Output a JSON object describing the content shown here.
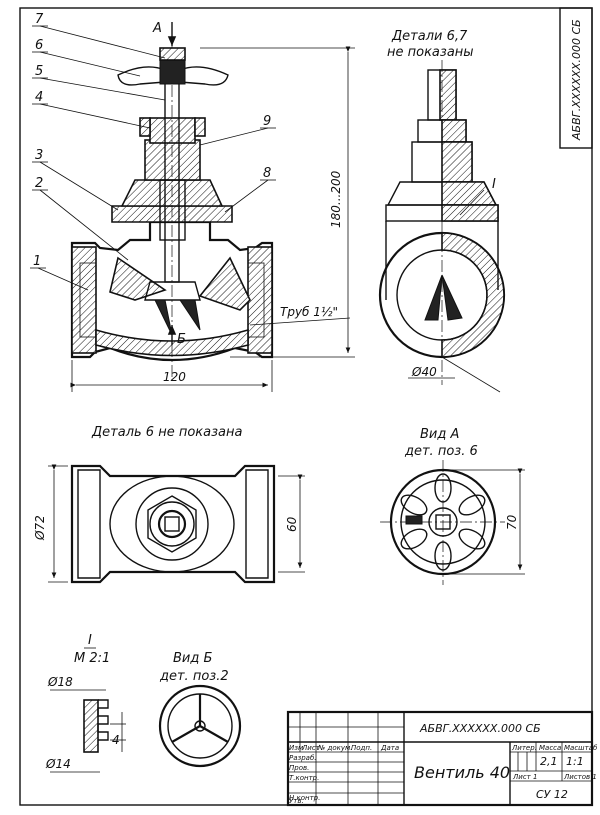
{
  "leaders": [
    "7",
    "6",
    "5",
    "4",
    "3",
    "2",
    "1",
    "9",
    "8"
  ],
  "arrows": {
    "view_a": "А",
    "view_b": "Б"
  },
  "notes": {
    "front_right": [
      "Детали 6,7",
      "не показаны"
    ],
    "top_view": "Деталь 6 не показана",
    "view_a": [
      "Вид  А",
      "дет. поз. 6"
    ],
    "detail": [
      "I",
      "М 2:1"
    ],
    "view_b": [
      "Вид  Б",
      "дет. поз.2"
    ],
    "section_mark": "I"
  },
  "dimensions": {
    "height": "180...200",
    "thread": "Труб 1½\"",
    "length": "120",
    "dia40": "Ø40",
    "dia72": "Ø72",
    "width60": "60",
    "width70": "70",
    "dia18": "Ø18",
    "dia14": "Ø14",
    "pitch": "4"
  },
  "stamp": {
    "side_code": "АБВГ.XXXXXX.000 СБ",
    "code": "АБВГ.XXXXXX.000 СБ",
    "title": "Вентиль 40",
    "header_cells": [
      "Изм",
      "Лист",
      "№ докум.",
      "Подп.",
      "Дата"
    ],
    "row_labels": [
      "Разраб.",
      "Пров.",
      "Т.контр.",
      "",
      "Н.контр.",
      "Утв."
    ],
    "col_heads": [
      "Литер.",
      "Масса",
      "Масштаб"
    ],
    "mass": "2,1",
    "scale": "1:1",
    "sheet": "Лист  1",
    "sheets": "Листов 1",
    "org": "СУ 12"
  }
}
